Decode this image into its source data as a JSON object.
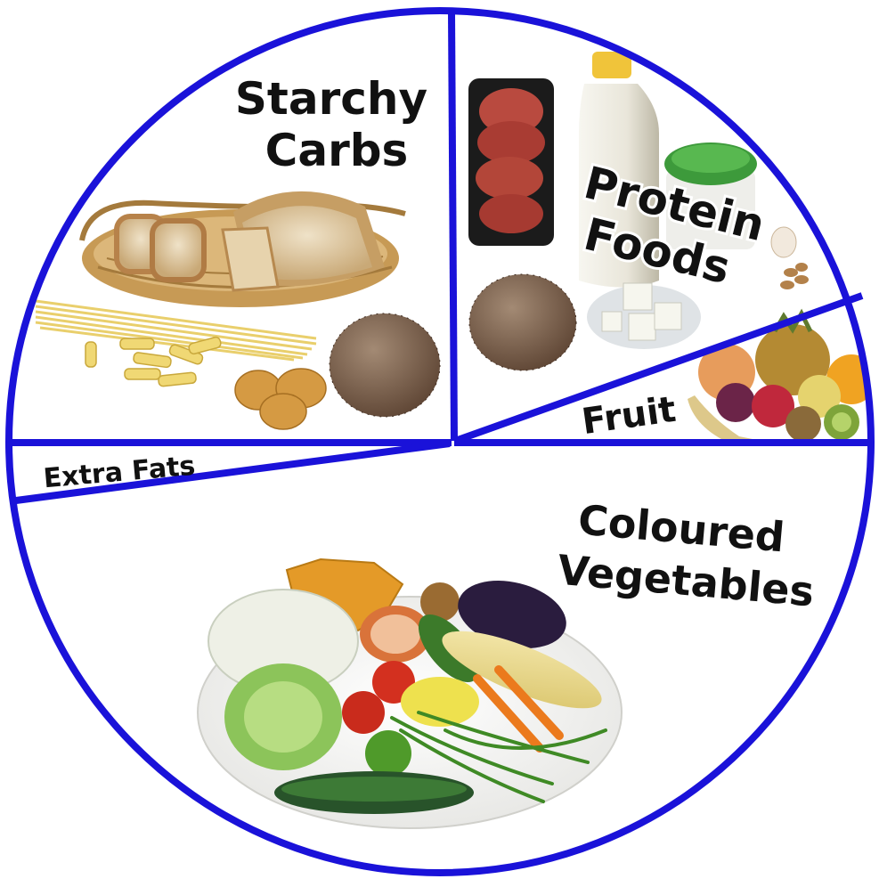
{
  "labels": {
    "starchy": [
      "Starchy",
      "Carbs"
    ],
    "protein": [
      "Protein",
      "Foods"
    ],
    "fruit": "Fruit",
    "extra_fats": "Extra Fats",
    "vegetables": [
      "Coloured",
      "Vegetables"
    ]
  },
  "colors": {
    "plate_outline": "#1a12d9",
    "background": "#ffffff"
  },
  "foods": {
    "starchy": [
      "bread-basket",
      "pasta",
      "potatoes",
      "beans"
    ],
    "protein": [
      "steak",
      "milk-bottle",
      "yogurt-pot",
      "egg",
      "nuts",
      "beans",
      "cheese"
    ],
    "fruit": [
      "peach",
      "pineapple",
      "orange",
      "plum",
      "apple",
      "pear",
      "kiwi",
      "banana"
    ],
    "vegetables": [
      "pumpkin",
      "cabbage",
      "lettuce",
      "sweet-potato",
      "onion",
      "eggplant",
      "cucumber",
      "corn",
      "tomato",
      "lemon",
      "carrots",
      "green-beans",
      "pepper",
      "zucchini"
    ]
  }
}
